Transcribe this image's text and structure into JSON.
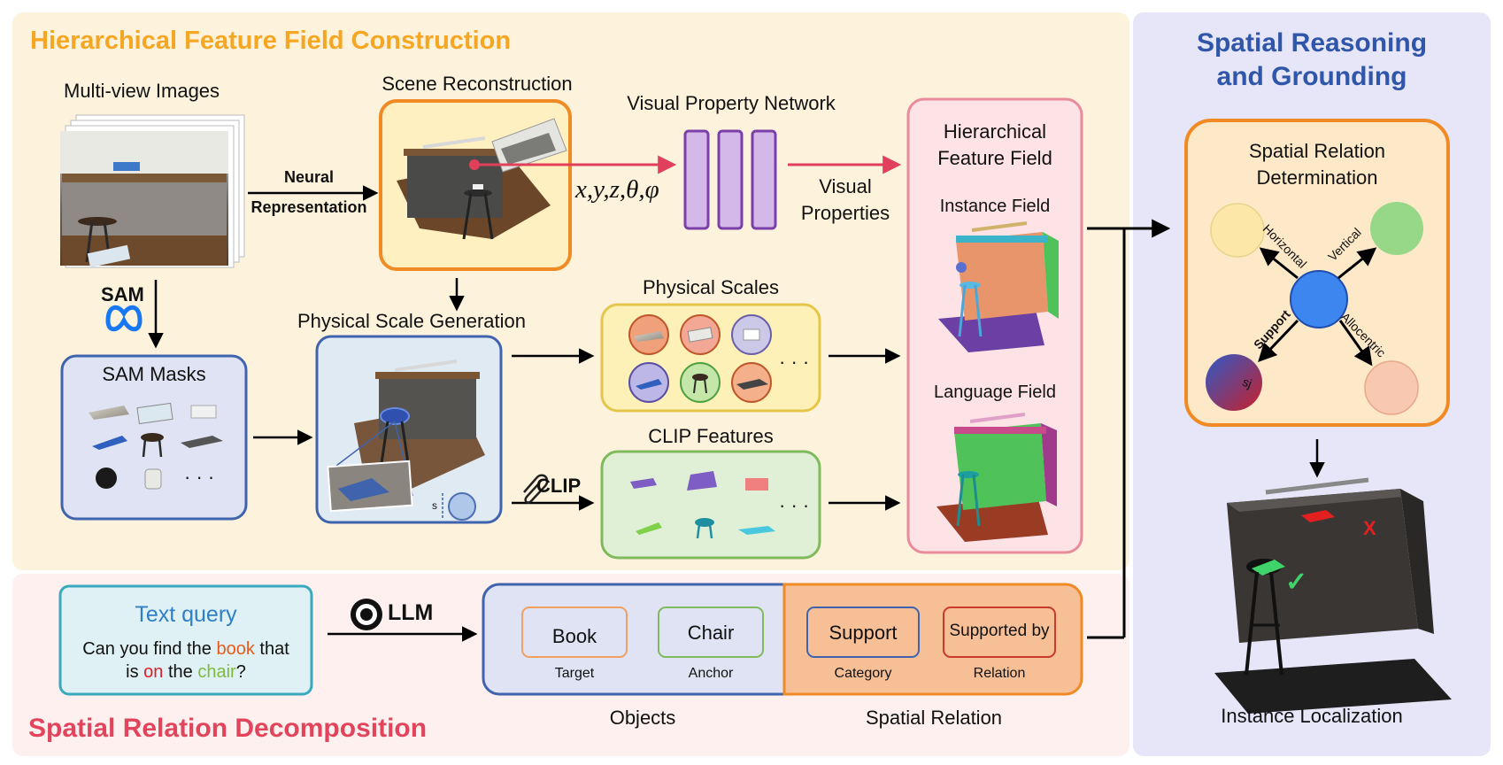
{
  "sections": {
    "construction_title": "Hierarchical Feature Field Construction",
    "reasoning_title_line1": "Spatial Reasoning",
    "reasoning_title_line2": "and Grounding",
    "decomposition_title": "Spatial Relation Decomposition"
  },
  "labels": {
    "multi_view": "Multi-view Images",
    "scene_recon": "Scene Reconstruction",
    "neural_line1": "Neural",
    "neural_line2": "Representation",
    "vpn": "Visual Property Network",
    "coords": "x,y,z,θ,φ",
    "visual_props_line1": "Visual",
    "visual_props_line2": "Properties",
    "hff_line1": "Hierarchical",
    "hff_line2": "Feature Field",
    "instance_field": "Instance Field",
    "language_field": "Language Field",
    "sam": "SAM",
    "sam_masks": "SAM Masks",
    "psg": "Physical Scale Generation",
    "physical_scales": "Physical Scales",
    "clip_features": "CLIP Features",
    "clip": "CLIP",
    "ellipsis": "· · ·",
    "s_mark": "s",
    "llm": "LLM",
    "objects": "Objects",
    "spatial_relation": "Spatial Relation",
    "srd_line1": "Spatial Relation",
    "srd_line2": "Determination",
    "horizontal": "Horizontal",
    "vertical": "Vertical",
    "support": "Support",
    "allocentric": "Allocentric",
    "sj": "sj",
    "instance_localization": "Instance Localization"
  },
  "text_query": {
    "title": "Text query",
    "line1_pre": "Can you find the ",
    "line1_word": "book",
    "line1_post": " that",
    "line2_pre": "is ",
    "line2_word1": "on",
    "line2_mid": " the ",
    "line2_word2": "chair",
    "line2_post": "?"
  },
  "tokens": [
    {
      "word": "Book",
      "role": "Target"
    },
    {
      "word": "Chair",
      "role": "Anchor"
    },
    {
      "word": "Support",
      "role": "Category"
    },
    {
      "word": "Supported by",
      "role": "Relation"
    }
  ],
  "marks": {
    "check": "✓",
    "cross": "X"
  },
  "colors": {
    "construction_bg": "#fdf3dc",
    "reasoning_bg": "#e6e6f8",
    "decomposition_bg": "#fdf0ee",
    "orange_title": "#f5a623",
    "blue_title": "#2f56a8",
    "red_title": "#e2455b",
    "orange_border": "#f08a24",
    "blue_border": "#3f63ad",
    "yellow_border": "#e4c64a",
    "green_border": "#7fba5c",
    "pink_border": "#e88b9a",
    "arrow_red": "#e0405a",
    "network_purple": "#d4b8ea"
  }
}
